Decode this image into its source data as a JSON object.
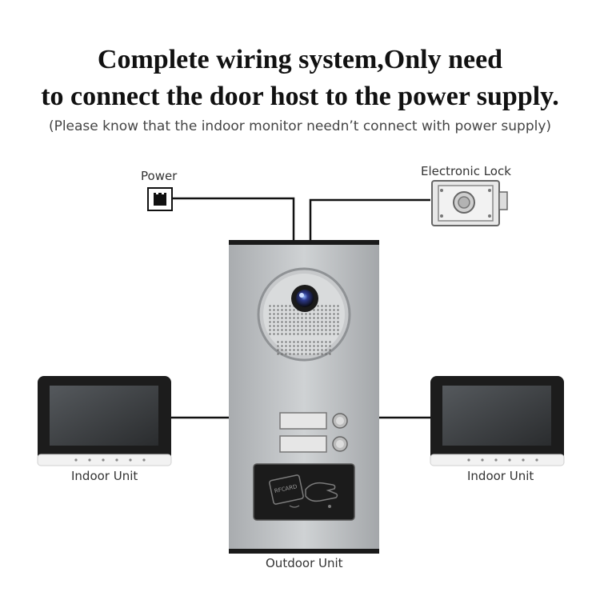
{
  "heading": {
    "line1": "Complete wiring system,Only need",
    "line2": "to connect the door host to the power supply.",
    "note": "(Please know that the indoor monitor needn’t connect with power supply)"
  },
  "labels": {
    "power": "Power",
    "electronic_lock": "Electronic Lock",
    "indoor_unit_left": "Indoor Unit",
    "indoor_unit_right": "Indoor Unit",
    "outdoor_unit": "Outdoor Unit"
  },
  "rfid_panel": {
    "card_text": "RFCARD"
  },
  "colors": {
    "wire": "#111111",
    "panel": "#b9bcbf",
    "screen": "#3a3d40",
    "bezel": "#1c1c1c"
  }
}
